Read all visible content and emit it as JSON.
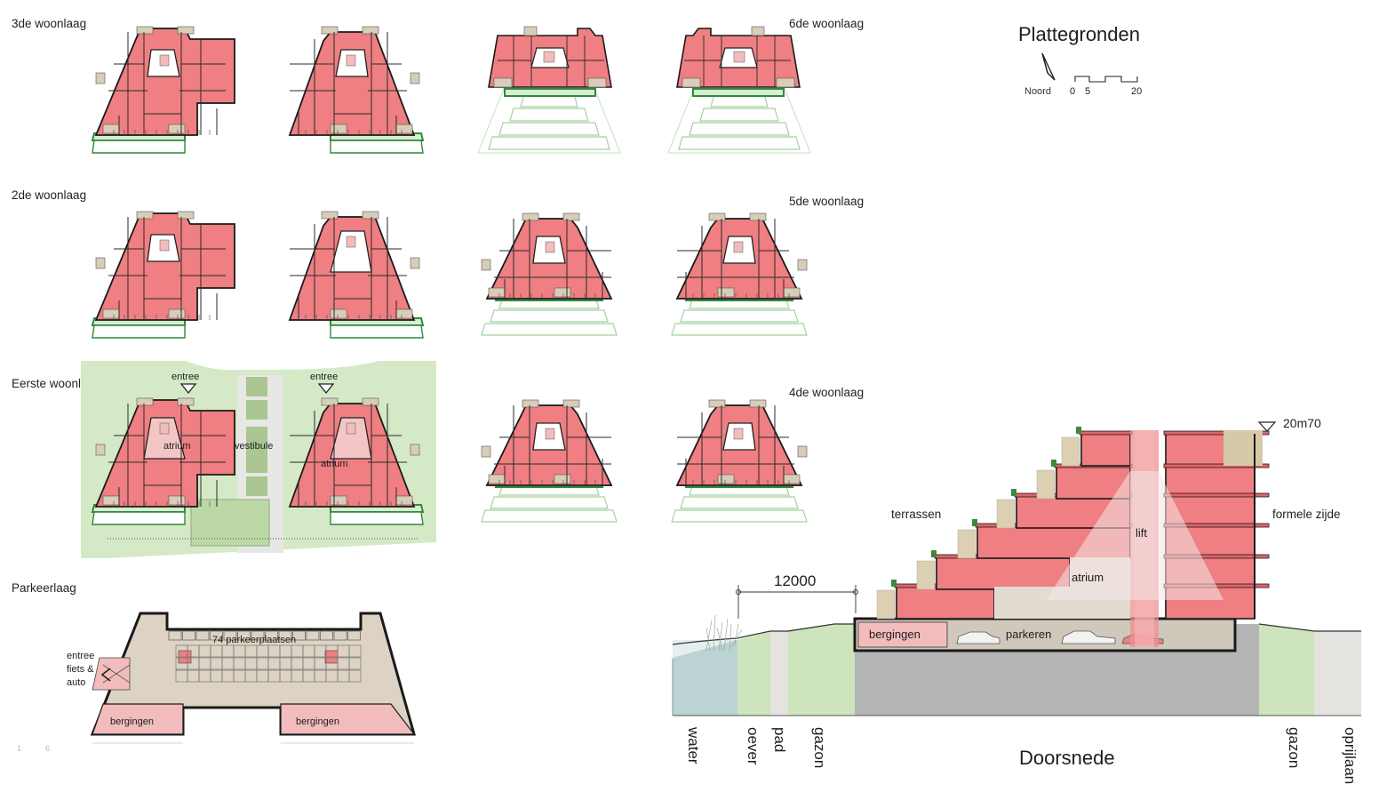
{
  "title": "Plattegronden",
  "north": {
    "label": "Noord"
  },
  "scale_bar": {
    "ticks": [
      "0",
      "5",
      "20"
    ]
  },
  "floors": {
    "third": "3de woonlaag",
    "second": "2de woonlaag",
    "first": "Eerste woonlaag",
    "parking": "Parkeerlaag",
    "sixth": "6de woonlaag",
    "fifth": "5de woonlaag",
    "fourth": "4de woonlaag"
  },
  "ground_plan": {
    "entrance_left": "entree",
    "entrance_right": "entree",
    "atrium_left": "atrium",
    "atrium_right": "atrium",
    "vestibule": "vestibule"
  },
  "parking_plan": {
    "spaces": "74 parkeerplaatsen",
    "entrance_line1": "entree",
    "entrance_line2": "fiets &",
    "entrance_line3": "auto",
    "storage_left": "bergingen",
    "storage_right": "bergingen",
    "corner_marks": [
      "1",
      "6"
    ]
  },
  "section": {
    "title": "Doorsnede",
    "dimension": "12000",
    "height": "20m70",
    "terraces": "terrassen",
    "formal_side": "formele zijde",
    "lift": "lift",
    "atrium": "atrium",
    "storage": "bergingen",
    "parking": "parkeren",
    "zones": {
      "water": "water",
      "bank": "oever",
      "path": "pad",
      "lawn_left": "gazon",
      "lawn_right": "gazon",
      "driveway": "oprijlaan"
    }
  },
  "colors": {
    "dwelling": "#ef7f82",
    "dwelling_dark": "#e06468",
    "terrace": "#d8cdb8",
    "green": "#2f8a3c",
    "landscape": "#d5e9c7",
    "water": "#bcd3d4",
    "earth": "#b7b7b7",
    "atrium_light": "#f3c6c6"
  }
}
